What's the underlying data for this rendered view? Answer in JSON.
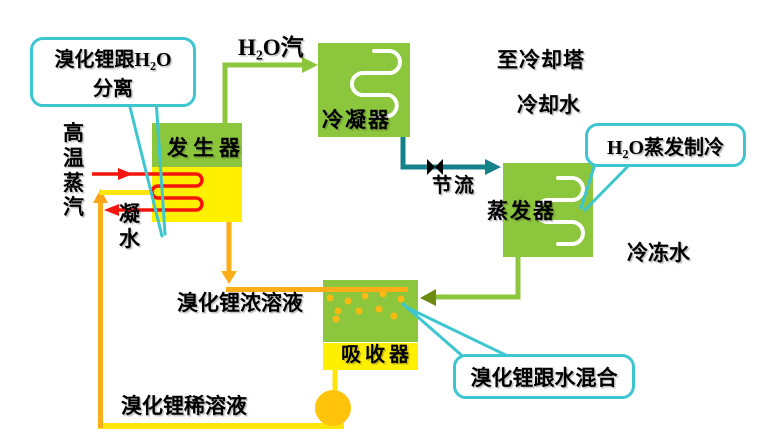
{
  "flow_labels": {
    "high_temp_steam": "高温蒸汽",
    "condensate_water": "凝水",
    "h2o_vapor": "H₂O汽",
    "to_cooling_tower": "至冷却塔",
    "cooling_water": "冷却水",
    "chilled_water": "冷冻水",
    "throttle": "节流",
    "libr_concentrated": "溴化锂浓溶液",
    "libr_dilute": "溴化锂稀溶液"
  },
  "components": {
    "generator": "发生器",
    "condenser": "冷凝器",
    "evaporator": "蒸发器",
    "absorber": "吸收器"
  },
  "callouts": {
    "separation_line1": "溴化锂跟H₂O",
    "separation_line2": "分离",
    "evaporation_cooling": "H₂O蒸发制冷",
    "mixing": "溴化锂跟水混合"
  },
  "colors": {
    "box_green": "#8CC63C",
    "box_yellow": "#FFF000",
    "coil_red": "#F5150F",
    "orange_line": "#FBAE17",
    "bright_yellow_line": "#FFE60A",
    "teal_line": "#158189",
    "callout_cyan": "#3EC6D0",
    "dark_olive_arrow": "#6D8B12",
    "pump_orange": "#FFC30B",
    "coil_white": "#FFFFFF"
  }
}
